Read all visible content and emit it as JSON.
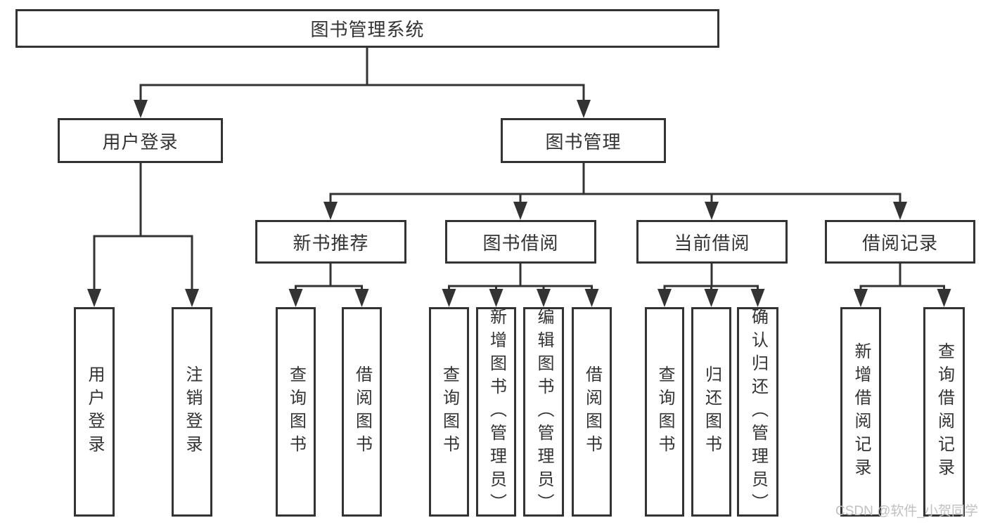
{
  "diagram_title": "图书管理系统",
  "colors": {
    "line": "#333333",
    "box_border": "#333333",
    "text": "#333333",
    "background": "#ffffff",
    "watermark_text_color": "#c0c0c0"
  },
  "watermark": {
    "text": "CSDN @软件_小贺同学"
  },
  "tree": {
    "label": "图书管理系统",
    "children": [
      {
        "label": "用户登录",
        "children": [
          {
            "label": "用户登录"
          },
          {
            "label": "注销登录"
          }
        ]
      },
      {
        "label": "图书管理",
        "children": [
          {
            "label": "新书推荐",
            "children": [
              {
                "label": "查询图书"
              },
              {
                "label": "借阅图书"
              }
            ]
          },
          {
            "label": "图书借阅",
            "children": [
              {
                "label": "查询图书"
              },
              {
                "label": "新增图书（管理员）"
              },
              {
                "label": "编辑图书（管理员）"
              },
              {
                "label": "借阅图书"
              }
            ]
          },
          {
            "label": "当前借阅",
            "children": [
              {
                "label": "查询图书"
              },
              {
                "label": "归还图书"
              },
              {
                "label": "确认归还（管理员）"
              }
            ]
          },
          {
            "label": "借阅记录",
            "children": [
              {
                "label": "新增借阅记录"
              },
              {
                "label": "查询借阅记录"
              }
            ]
          }
        ]
      }
    ]
  }
}
